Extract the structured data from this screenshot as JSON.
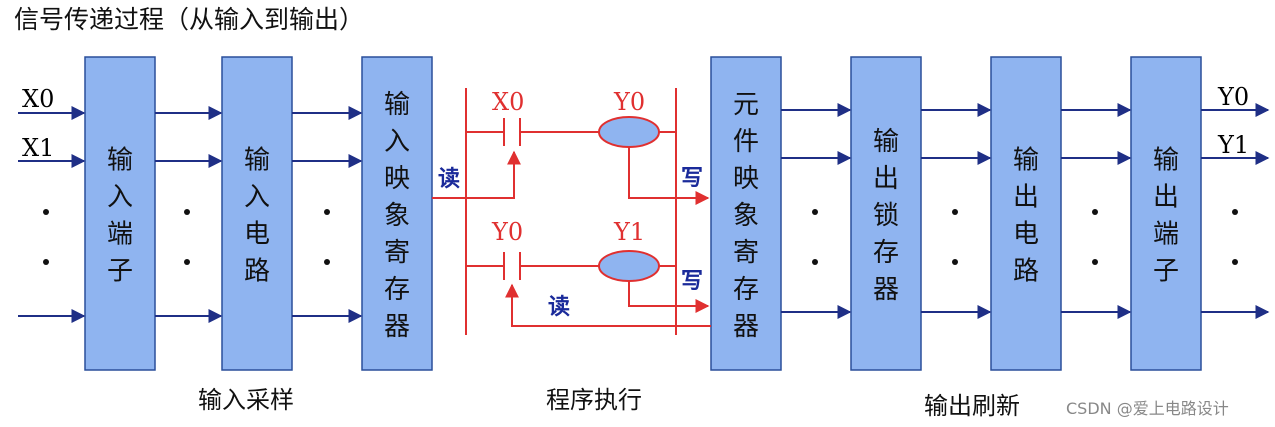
{
  "title": "信号传递过程（从输入到输出）",
  "inputs": [
    "X0",
    "X1"
  ],
  "outputs": [
    "Y0",
    "Y1"
  ],
  "blocks": [
    {
      "id": "input-terminal",
      "text": "输入端子"
    },
    {
      "id": "input-circuit",
      "text": "输入电路"
    },
    {
      "id": "input-image-register",
      "text": "输入映象寄存器"
    },
    {
      "id": "element-image-register",
      "text": "元件映象寄存器"
    },
    {
      "id": "output-latch",
      "text": "输出锁存器"
    },
    {
      "id": "output-circuit",
      "text": "输出电路"
    },
    {
      "id": "output-terminal",
      "text": "输出端子"
    }
  ],
  "ladder": {
    "rung1": {
      "contact": "X0",
      "coil": "Y0"
    },
    "rung2": {
      "contact": "Y0",
      "coil": "Y1"
    },
    "read": "读",
    "write": "写"
  },
  "sections": {
    "input_sampling": "输入采样",
    "program_execution": "程序执行",
    "output_refresh": "输出刷新"
  },
  "watermark": "CSDN @爱上电路设计"
}
